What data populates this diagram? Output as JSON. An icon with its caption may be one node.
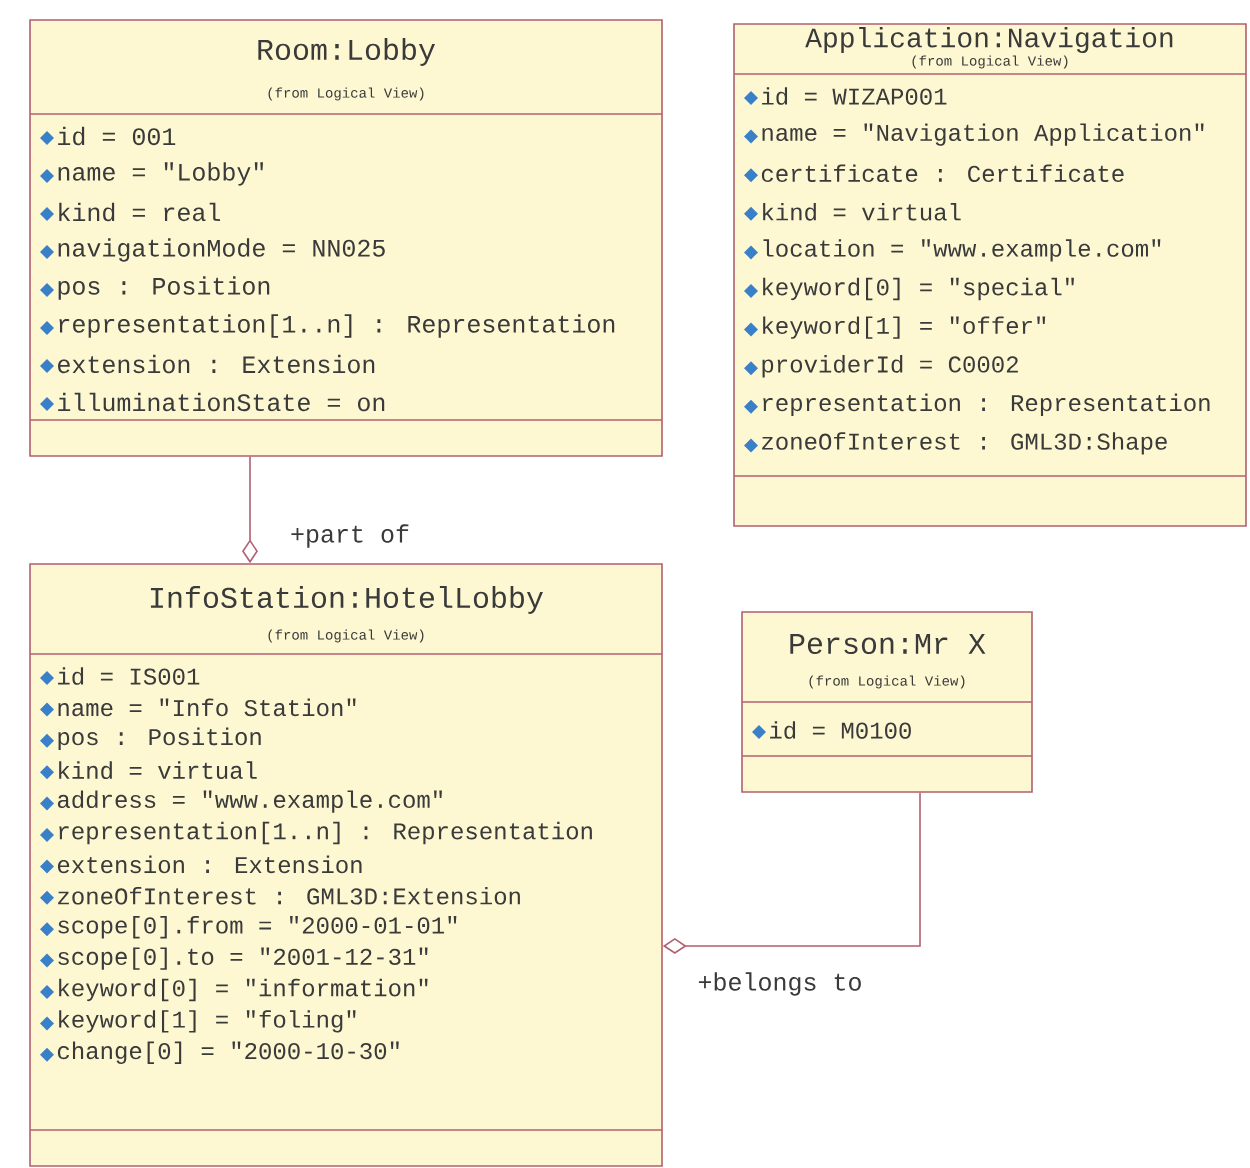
{
  "diagram": {
    "nodes": [
      {
        "text": [
          "Room:Lobby",
          "(from Logical View)",
          "id = 001",
          "name = \"Lobby\"",
          "kind = real",
          "navigationMode = NN025",
          "pos : Position",
          "representation[1..n] : Representation",
          "extension : Extension",
          "illuminationState = on"
        ]
      },
      {
        "text": [
          "Application:Navigation",
          "(from Logical View)",
          "id = WIZAP001",
          "name = \"Navigation Application\"",
          "certificate : Certificate",
          "kind = virtual",
          "location = \"www.example.com\"",
          "keyword[0] = \"special\"",
          "keyword[1] = \"offer\"",
          "providerId = C0002",
          "representation : Representation",
          "zoneOfInterest : GML3D:Shape"
        ]
      },
      {
        "text": [
          "InfoStation:HotelLobby",
          "(from Logical View)",
          "id = IS001",
          "name = \"Info Station\"",
          "pos : Position",
          "kind = virtual",
          "address = \"www.example.com\"",
          "representation[1..n] : Representation",
          "extension : Extension",
          "zoneOfInterest : GML3D:Extension",
          "scope[0].from = \"2000-01-01\"",
          "scope[0].to = \"2001-12-31\"",
          "keyword[0] = \"information\"",
          "keyword[1] = \"foling\"",
          "change[0] = \"2000-10-30\""
        ]
      },
      {
        "text": [
          "Person:Mr X",
          "(from Logical View)",
          "id = M0100"
        ]
      }
    ],
    "edges": [
      {
        "from": 0,
        "to": 2,
        "arrow": "other",
        "label": "+part of"
      },
      {
        "from": 3,
        "to": 2,
        "arrow": "other",
        "label": "+belongs to"
      }
    ]
  }
}
